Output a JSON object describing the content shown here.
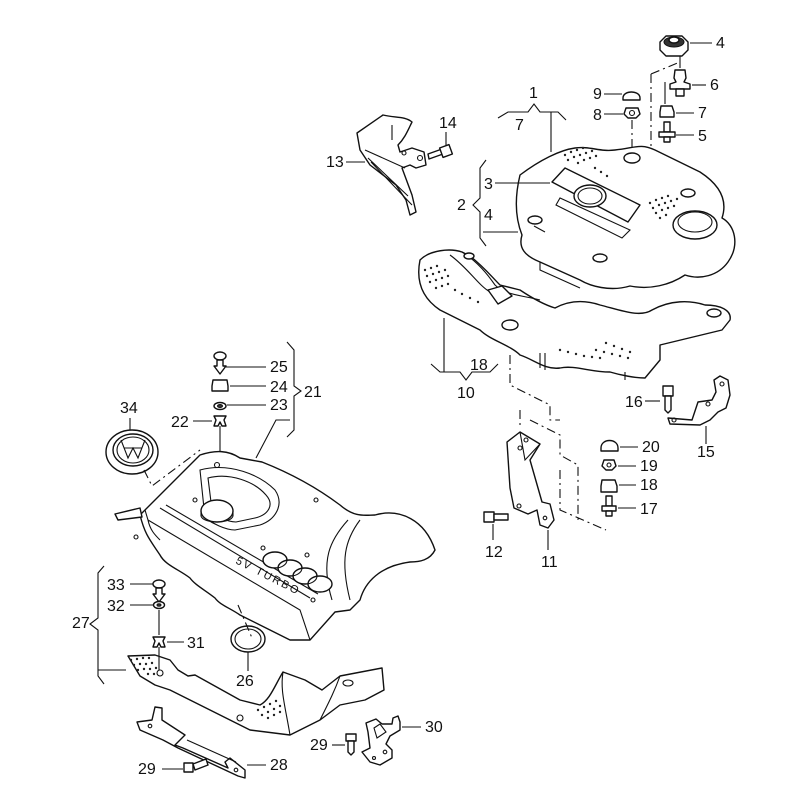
{
  "diagram": {
    "title": "Engine cover exploded parts diagram",
    "emboss_text": "5V TURBO",
    "callouts": {
      "c1": "1",
      "c2": "2",
      "c3": "3",
      "c4a": "4",
      "c4b": "4",
      "c5": "5",
      "c6": "6",
      "c7a": "7",
      "c7b": "7",
      "c8": "8",
      "c9": "9",
      "c10": "10",
      "c11": "11",
      "c12": "12",
      "c13": "13",
      "c14": "14",
      "c15": "15",
      "c16": "16",
      "c17": "17",
      "c18a": "18",
      "c18b": "18",
      "c19": "19",
      "c20": "20",
      "c21": "21",
      "c22": "22",
      "c23": "23",
      "c24": "24",
      "c25": "25",
      "c26": "26",
      "c27": "27",
      "c28": "28",
      "c29a": "29",
      "c29b": "29",
      "c30": "30",
      "c31": "31",
      "c32": "32",
      "c33": "33",
      "c34": "34"
    },
    "parts": [
      {
        "id": "c1",
        "description": "engine cover assembly (upper right)"
      },
      {
        "id": "c10",
        "description": "lower cover tray (right)"
      },
      {
        "id": "c21",
        "description": "fastener set"
      },
      {
        "id": "c27",
        "description": "lower cover tray (left)"
      },
      {
        "id": "c34",
        "description": "VW emblem"
      },
      {
        "id": "c26",
        "description": "sealing ring"
      }
    ]
  }
}
